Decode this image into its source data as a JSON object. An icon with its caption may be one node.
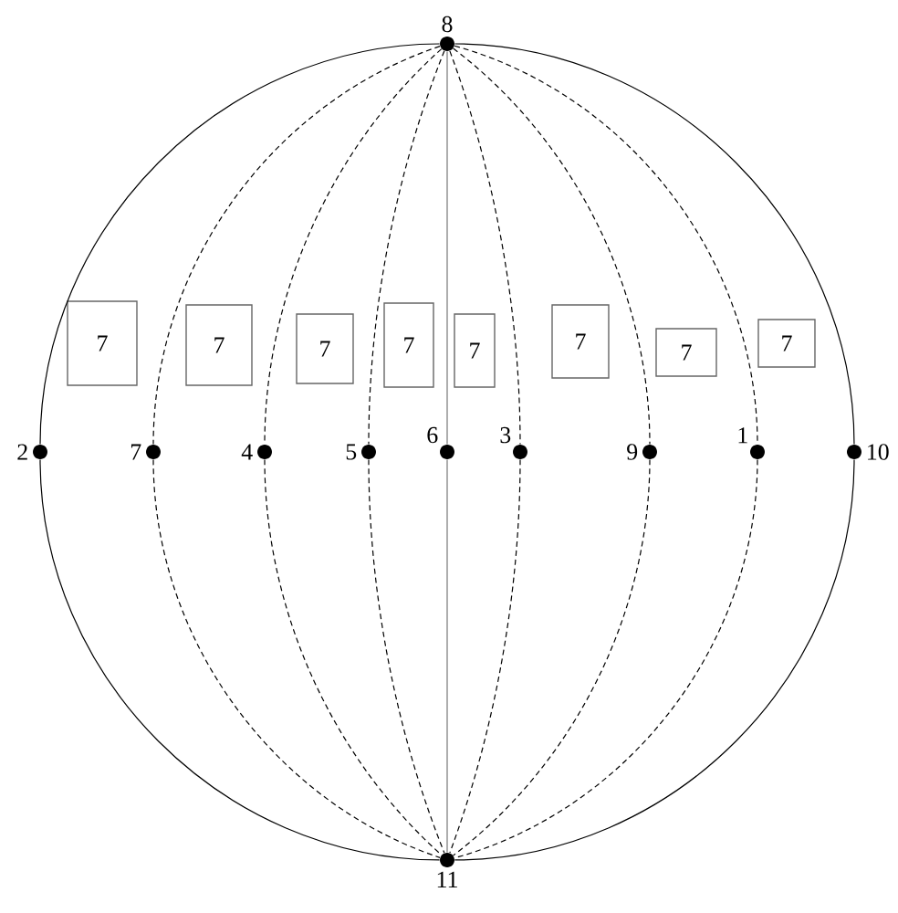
{
  "diagram": {
    "nodes": [
      {
        "text": [],
        "shape": "circle",
        "beside": [
          "8"
        ]
      },
      {
        "text": [],
        "shape": "circle",
        "beside": [
          "2"
        ]
      },
      {
        "text": [],
        "shape": "circle",
        "beside": [
          "7"
        ]
      },
      {
        "text": [],
        "shape": "circle",
        "beside": [
          "4"
        ]
      },
      {
        "text": [],
        "shape": "circle",
        "beside": [
          "5"
        ]
      },
      {
        "text": [],
        "shape": "circle",
        "beside": [
          "6"
        ]
      },
      {
        "text": [],
        "shape": "circle",
        "beside": [
          "3"
        ]
      },
      {
        "text": [],
        "shape": "circle",
        "beside": [
          "9"
        ]
      },
      {
        "text": [],
        "shape": "circle",
        "beside": [
          "1"
        ]
      },
      {
        "text": [],
        "shape": "circle",
        "beside": [
          "10"
        ]
      },
      {
        "text": [],
        "shape": "circle",
        "beside": [
          "11"
        ]
      },
      {
        "text": [
          "7"
        ]
      },
      {
        "text": [
          "7"
        ]
      },
      {
        "text": [
          "7"
        ]
      },
      {
        "text": [
          "7"
        ]
      },
      {
        "text": [
          "7"
        ]
      },
      {
        "text": [
          "7"
        ]
      },
      {
        "text": [
          "7"
        ]
      },
      {
        "text": [
          "7"
        ]
      }
    ],
    "edges": [
      {
        "from": 0,
        "to": 1,
        "arrow": "none"
      },
      {
        "from": 1,
        "to": 10,
        "arrow": "none"
      },
      {
        "from": 0,
        "to": 2,
        "arrow": "none",
        "style": "dashed"
      },
      {
        "from": 2,
        "to": 10,
        "arrow": "none",
        "style": "dashed"
      },
      {
        "from": 0,
        "to": 3,
        "arrow": "none",
        "style": "dashed"
      },
      {
        "from": 3,
        "to": 10,
        "arrow": "none",
        "style": "dashed"
      },
      {
        "from": 0,
        "to": 4,
        "arrow": "none",
        "style": "dashed"
      },
      {
        "from": 4,
        "to": 10,
        "arrow": "none",
        "style": "dashed"
      },
      {
        "from": 0,
        "to": 5,
        "arrow": "none",
        "color": "#777777"
      },
      {
        "from": 5,
        "to": 10,
        "arrow": "none",
        "color": "#777777"
      },
      {
        "from": 0,
        "to": 6,
        "arrow": "none",
        "style": "dashed"
      },
      {
        "from": 6,
        "to": 10,
        "arrow": "none",
        "style": "dashed"
      },
      {
        "from": 0,
        "to": 7,
        "arrow": "none",
        "style": "dashed"
      },
      {
        "from": 7,
        "to": 10,
        "arrow": "none",
        "style": "dashed"
      },
      {
        "from": 0,
        "to": 8,
        "arrow": "none",
        "style": "dashed"
      },
      {
        "from": 8,
        "to": 10,
        "arrow": "none",
        "style": "dashed"
      },
      {
        "from": 0,
        "to": 9,
        "arrow": "none"
      },
      {
        "from": 9,
        "to": 10,
        "arrow": "none"
      }
    ]
  }
}
